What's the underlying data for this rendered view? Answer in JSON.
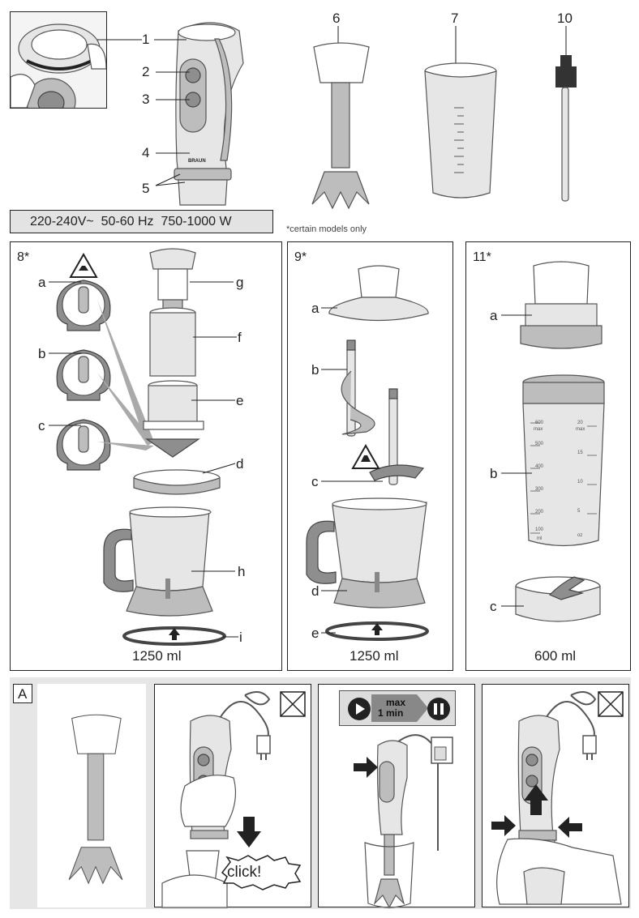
{
  "top": {
    "callouts": [
      "1",
      "2",
      "3",
      "4",
      "5",
      "6",
      "7",
      "10"
    ],
    "spec": "220-240V~  50-60 Hz  750-1000 W",
    "footnote": "*certain models only",
    "brand": "BRAUN"
  },
  "panel8": {
    "title": "8*",
    "labels": [
      "a",
      "b",
      "c",
      "d",
      "e",
      "f",
      "g",
      "h",
      "i"
    ],
    "capacity": "1250 ml"
  },
  "panel9": {
    "title": "9*",
    "labels": [
      "a",
      "b",
      "c",
      "d",
      "e"
    ],
    "capacity": "1250 ml"
  },
  "panel11": {
    "title": "11*",
    "labels": [
      "a",
      "b",
      "c"
    ],
    "capacity": "600 ml",
    "scale_left": [
      "600",
      "500",
      "400",
      "300",
      "200",
      "100"
    ],
    "scale_right": [
      "20",
      "15",
      "10",
      "5"
    ],
    "scale_unit_left": "ml",
    "scale_unit_right": "oz",
    "scale_max_left": "max",
    "scale_max_right": "max"
  },
  "sectionA": {
    "title": "A",
    "timer": {
      "line1": "max",
      "line2": "1 min"
    },
    "click": "click!"
  }
}
